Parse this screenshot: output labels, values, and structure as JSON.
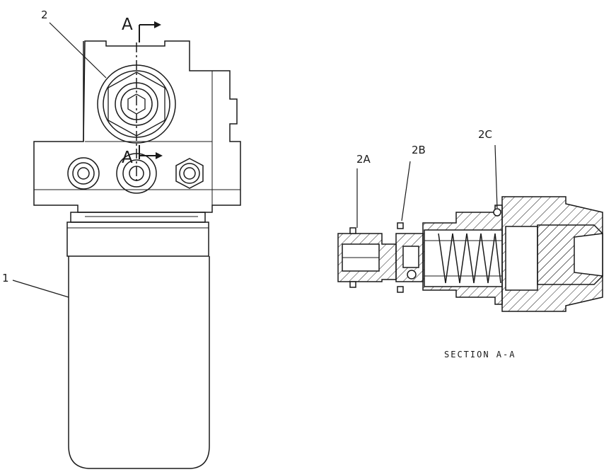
{
  "callouts": {
    "part_1": "1",
    "part_2": "2",
    "part_2a": "2A",
    "part_2b": "2B",
    "part_2c": "2C"
  },
  "section_markers": {
    "top": "A",
    "bottom": "A"
  },
  "section_caption": "SECTION A-A",
  "colors": {
    "line": "#1a1a1a",
    "background": "#ffffff"
  }
}
